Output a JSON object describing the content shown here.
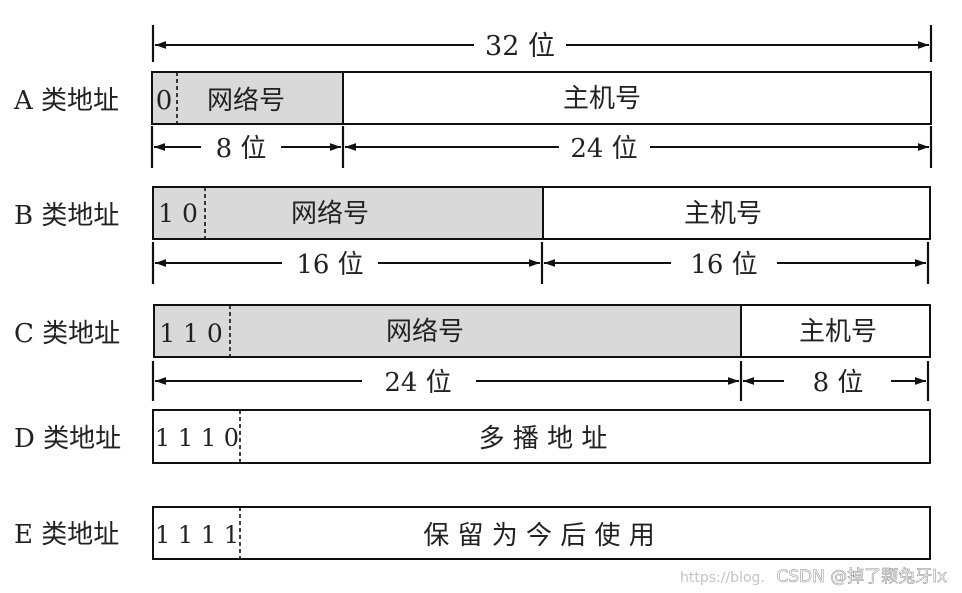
{
  "top": {
    "label": "32 位"
  },
  "classes": [
    {
      "label": "A 类地址",
      "prefix": "0",
      "net": "网络号",
      "host": "主机号",
      "net_bits": "8 位",
      "host_bits": "24 位"
    },
    {
      "label": "B 类地址",
      "prefix": "1 0",
      "net": "网络号",
      "host": "主机号",
      "net_bits": "16 位",
      "host_bits": "16 位"
    },
    {
      "label": "C 类地址",
      "prefix": "1 1 0",
      "net": "网络号",
      "host": "主机号",
      "net_bits": "24 位",
      "host_bits": "8 位"
    },
    {
      "label": "D 类地址",
      "prefix": "1 1 1 0",
      "body": "多 播 地 址"
    },
    {
      "label": "E 类地址",
      "prefix": "1 1 1 1",
      "body": "保 留 为 今 后 使 用"
    }
  ],
  "watermark": {
    "url": "https://blog.",
    "text": "CSDN @掉了颗兔牙lx"
  }
}
